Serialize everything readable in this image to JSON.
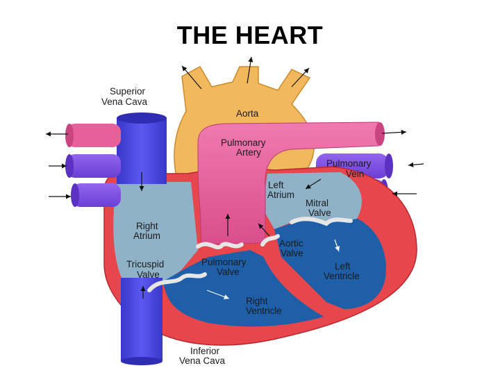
{
  "title": "THE HEART",
  "labels": {
    "superior_vena_cava": [
      "Superior",
      "Vena Cava"
    ],
    "aorta": [
      "Aorta"
    ],
    "pulmonary_artery": [
      "Pulmonary",
      "Artery"
    ],
    "pulmonary_vein": [
      "Pulmonary",
      "Vein"
    ],
    "left_atrium": [
      "Left",
      "Atrium"
    ],
    "mitral_valve": [
      "Mitral",
      "Valve"
    ],
    "right_atrium": [
      "Right",
      "Atrium"
    ],
    "aortic_valve": [
      "Aortic",
      "Valve"
    ],
    "tricuspid_valve": [
      "Tricuspid",
      "Valve"
    ],
    "pulmonary_valve": [
      "Pulmonary",
      "Valve"
    ],
    "left_ventricle": [
      "Left",
      "Ventricle"
    ],
    "right_ventricle": [
      "Right",
      "Ventricle"
    ],
    "inferior_vena_cava": [
      "Inferior",
      "Vena Cava"
    ]
  },
  "colors": {
    "aorta": "#f2b85e",
    "vena_cava": "#4a49e6",
    "pulmonary_vein": "#7a4fe0",
    "pulmonary_artery": "#e8609a",
    "atrium": "#8fb2c9",
    "ventricle": "#1f5fa8",
    "muscle": "#e8464d",
    "valve": "#e6e6e6"
  }
}
